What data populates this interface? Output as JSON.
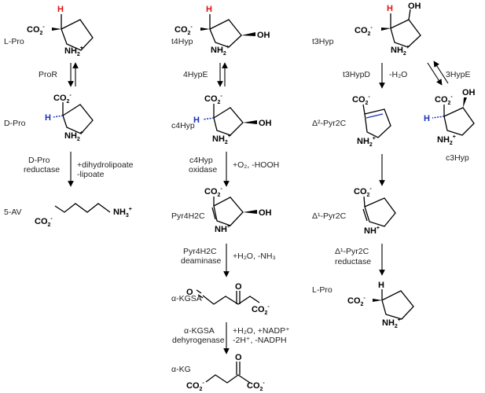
{
  "colors": {
    "red_h": "#e01010",
    "blue_h": "#1a2fb5",
    "ink": "#000000"
  },
  "compounds": {
    "lpro_top": "L-Pro",
    "dpro": "D-Pro",
    "ava": "5-AV",
    "t4hyp": "t4Hyp",
    "c4hyp": "c4Hyp",
    "pyr4h2c": "Pyr4H2C",
    "akgsa": "α-KGSA",
    "akg": "α-KG",
    "t3hyp": "t3Hyp",
    "c3hyp": "c3Hyp",
    "d2pyr2c": "Δ²-Pyr2C",
    "d1pyr2c": "Δ¹-Pyr2C",
    "lpro_bottom": "L-Pro"
  },
  "enzymes": {
    "pror": "ProR",
    "dpro_reductase": [
      "D-Pro",
      "reductase"
    ],
    "hyp4e": "4HypE",
    "c4hyp_oxidase": [
      "c4Hyp",
      "oxidase"
    ],
    "pyr4h2c_deaminase": [
      "Pyr4H2C",
      "deaminase"
    ],
    "akgsa_dh": [
      "α-KGSA",
      "dehyrogenase"
    ],
    "t3hypd": "t3HypD",
    "hyp3e": "3HypE",
    "d1pyr2c_reductase": [
      "Δ¹-Pyr2C",
      "reductase"
    ]
  },
  "conditions": {
    "dpro_red": [
      "+dihydrolipoate",
      "-lipoate"
    ],
    "c4hyp_ox": [
      "+O₂, -HOOH"
    ],
    "deam": [
      "+H₂O, -NH₃"
    ],
    "akgsa_dh": [
      "+H₂O, +NADP⁺",
      "-2H⁺, -NADPH"
    ],
    "t3hypd": "-H₂O"
  },
  "atoms": {
    "co2": "CO",
    "co2_sub": "2",
    "charge_minus": "-",
    "charge_plus": "+",
    "nh2": "NH",
    "nh2_sub": "2",
    "nh3": "NH",
    "nh3_sub": "3",
    "nh": "NH",
    "n": "N",
    "oh": "OH",
    "o": "O",
    "h": "H"
  }
}
